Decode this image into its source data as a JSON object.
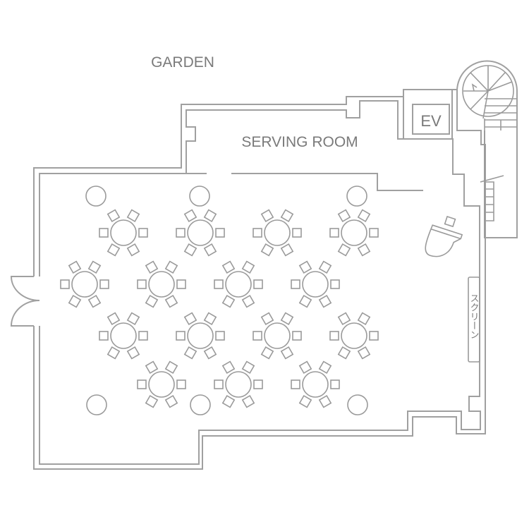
{
  "labels": {
    "garden": "GARDEN",
    "serving_room": "SERVING ROOM",
    "elevator": "EV",
    "screen": "スクリーン"
  },
  "colors": {
    "wall": "#a0a0a0",
    "furniture": "#9a9a9a",
    "text": "#7a7a7a",
    "background": "#ffffff"
  }
}
